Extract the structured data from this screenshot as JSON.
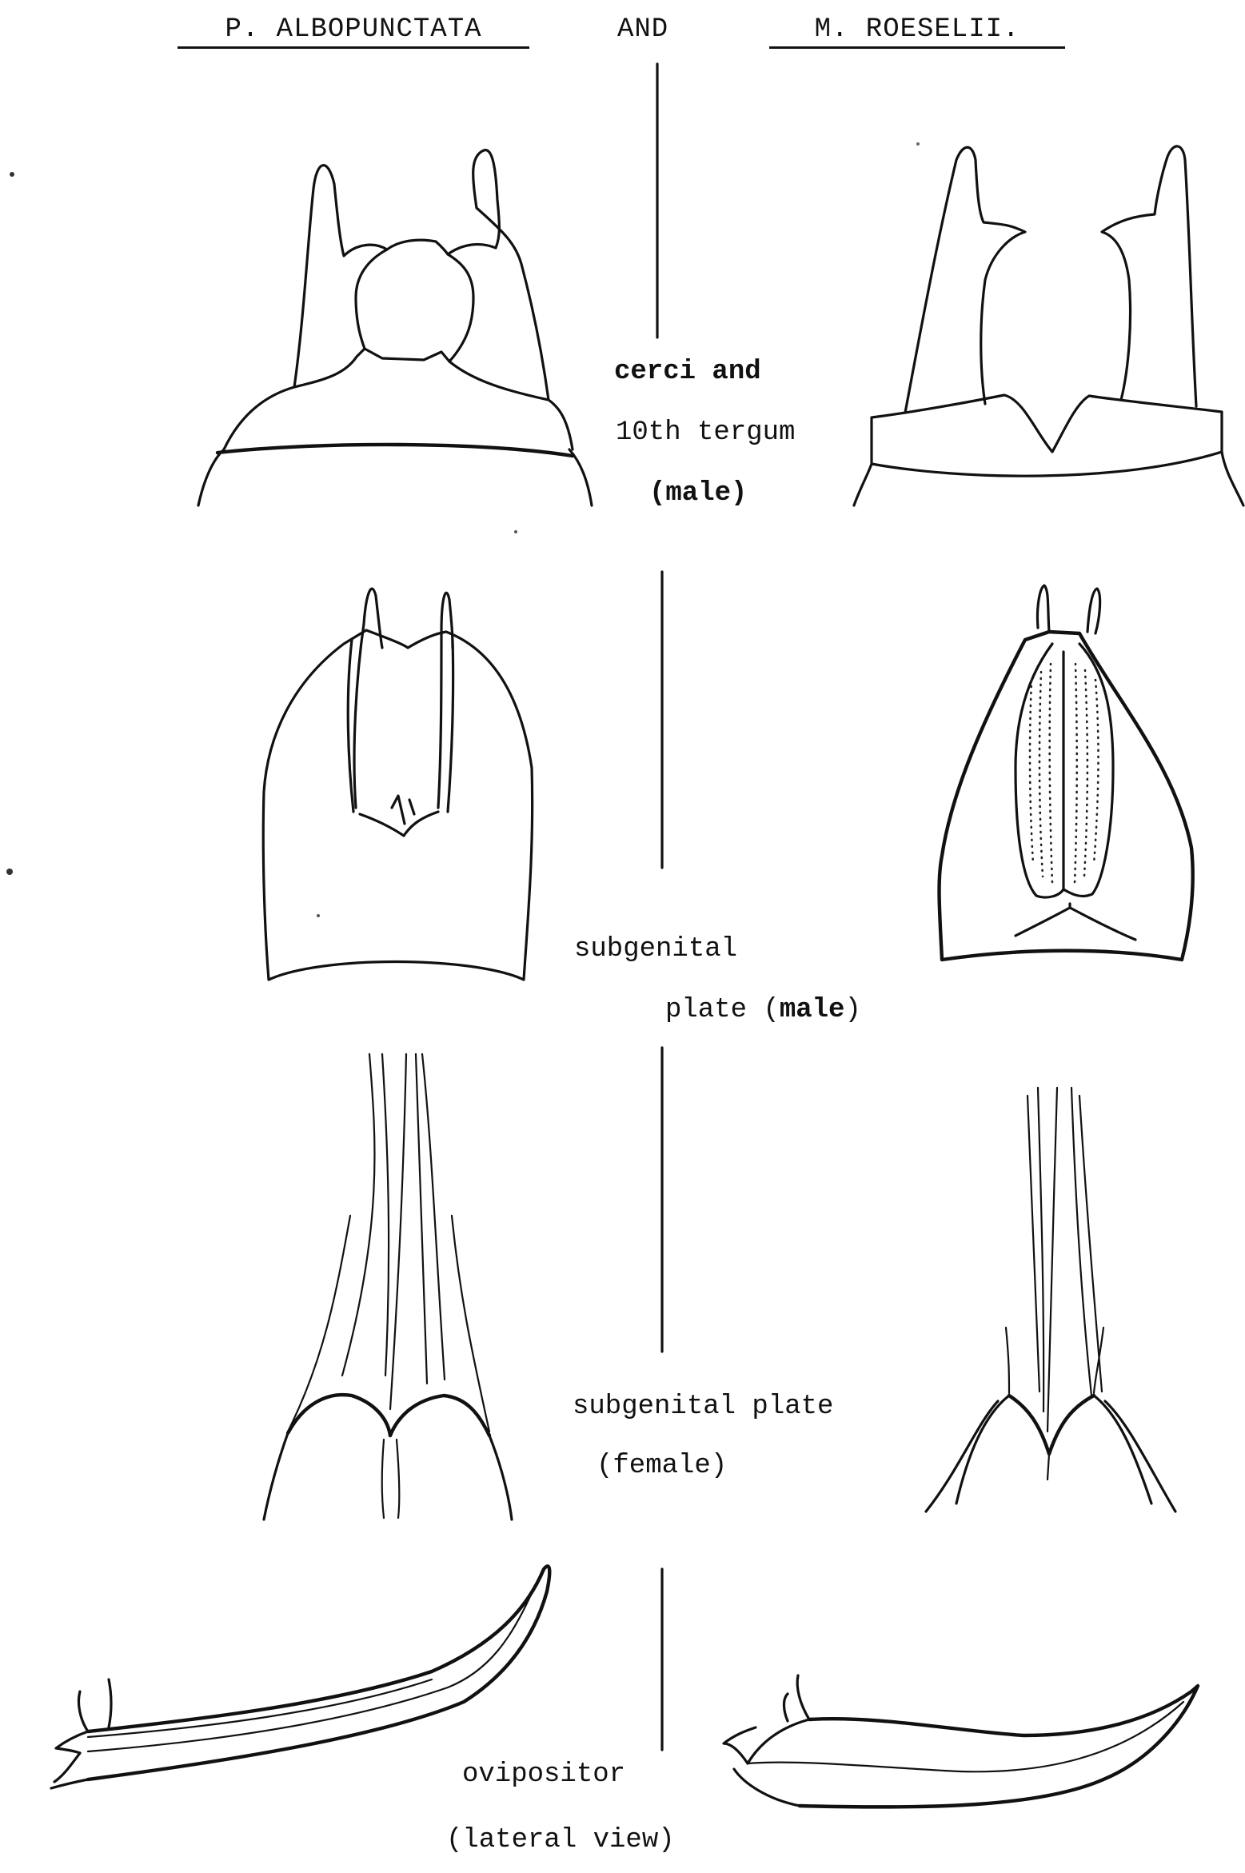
{
  "header": {
    "left_species": "P. ALBOPUNCTATA",
    "conjunction": "AND",
    "right_species": "M. ROESELII."
  },
  "labels": {
    "cerci_line1": "cerci and",
    "cerci_line2": "10th tergum",
    "cerci_line3": "(male)",
    "subgenital_male_line1": "subgenital",
    "subgenital_male_line2": "plate (",
    "subgenital_male_line2_bold": "male",
    "subgenital_male_line2_end": ")",
    "subgenital_female_line1": "subgenital plate",
    "subgenital_female_line2": "(female)",
    "ovipositor_line1": "ovipositor",
    "ovipositor_line2": "(lateral view)"
  }
}
